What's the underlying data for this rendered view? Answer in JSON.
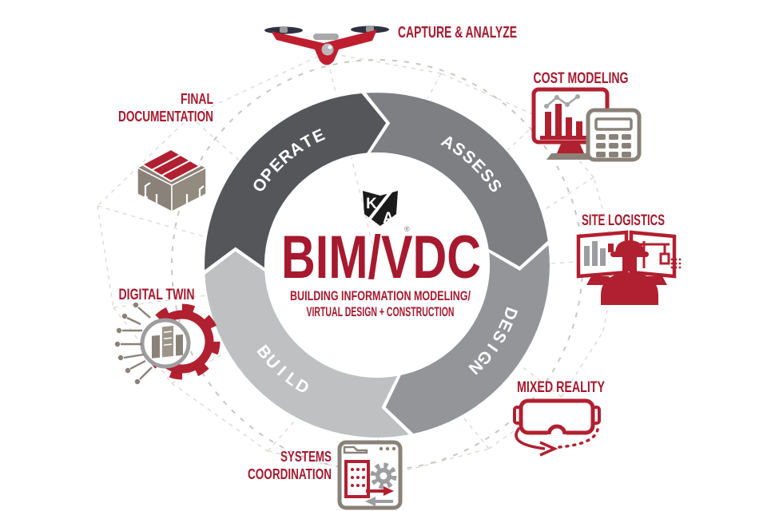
{
  "brand": {
    "red_text": "#a6192e",
    "red_icon": "#b12030",
    "taupe": "#8a8178",
    "gray": "#9d9d9f",
    "navy": "#2f3142"
  },
  "center": {
    "logo_k": "K",
    "logo_a": "A",
    "registered": "®",
    "title": "BIM/VDC",
    "subtitle_line1": "BUILDING INFORMATION MODELING/",
    "subtitle_line2": "VIRTUAL DESIGN + CONSTRUCTION"
  },
  "ring": {
    "segments": [
      {
        "id": "assess",
        "label": "ASSESS",
        "color": "#7d7f82",
        "start": 4,
        "end": 91,
        "label_angle": 43,
        "flip": false
      },
      {
        "id": "design",
        "label": "DESIGN",
        "color": "#939598",
        "start": 91,
        "end": 177,
        "label_angle": 123,
        "flip": false
      },
      {
        "id": "build",
        "label": "BUILD",
        "color": "#bec0c2",
        "start": 177,
        "end": 276,
        "label_angle": 222,
        "flip": true
      },
      {
        "id": "operate",
        "label": "OPERATE",
        "color": "#55565a",
        "start": 276,
        "end": 364,
        "label_angle": 320,
        "flip": false
      }
    ]
  },
  "labels": {
    "capture_analyze": "CAPTURE & ANALYZE",
    "cost_modeling": "COST MODELING",
    "site_logistics": "SITE LOGISTICS",
    "mixed_reality": "MIXED REALITY",
    "systems_line1": "SYSTEMS",
    "systems_line2": "COORDINATION",
    "digital_twin": "DIGITAL TWIN",
    "final_line1": "FINAL",
    "final_line2": "DOCUMENTATION"
  }
}
